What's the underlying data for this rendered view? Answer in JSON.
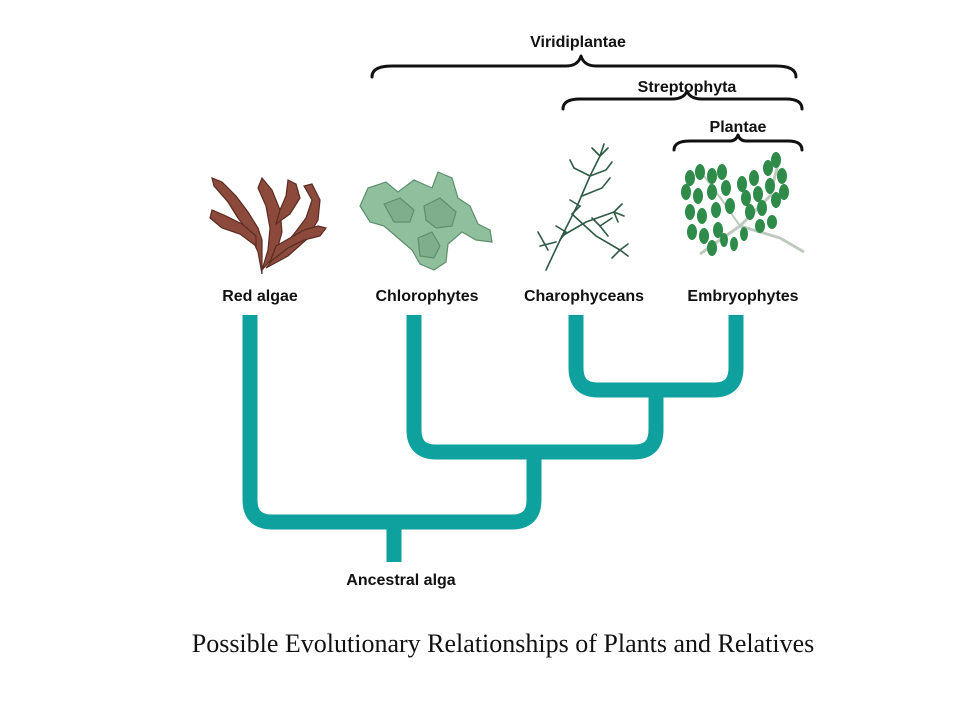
{
  "colors": {
    "tree": "#0fa19e",
    "text": "#111111",
    "red_algae": "#8b4a3b",
    "chlorophyte": "#8fbf9c",
    "charophycean": "#2f5a45",
    "embryophyte": "#2e8b4a"
  },
  "clades": {
    "viridiplantae": "Viridiplantae",
    "streptophyta": "Streptophyta",
    "plantae": "Plantae"
  },
  "taxa": {
    "red_algae": "Red algae",
    "chlorophytes": "Chlorophytes",
    "charophyceans": "Charophyceans",
    "embryophytes": "Embryophytes"
  },
  "root": "Ancestral alga",
  "caption": "Possible Evolutionary Relationships of Plants and Relatives",
  "icons": {
    "red_algae": "red-algae-illustration-icon",
    "chlorophytes": "green-algae-illustration-icon",
    "charophyceans": "charophycean-illustration-icon",
    "embryophytes": "fern-frond-illustration-icon"
  }
}
